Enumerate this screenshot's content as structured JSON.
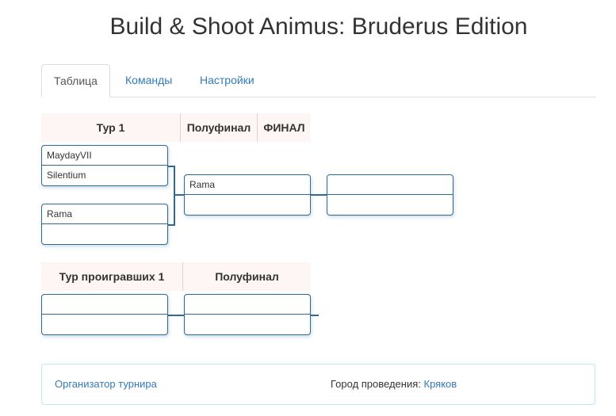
{
  "page": {
    "title": "Build & Shoot Animus: Bruderus Edition"
  },
  "tabs": [
    {
      "label": "Таблица",
      "active": true
    },
    {
      "label": "Команды",
      "active": false
    },
    {
      "label": "Настройки",
      "active": false
    }
  ],
  "winners": {
    "rounds": [
      "Тур 1",
      "Полуфинал",
      "ФИНАЛ"
    ],
    "round1": [
      {
        "top": "MaydayVII",
        "bottom": "Silentium"
      },
      {
        "top": "Rama",
        "bottom": ""
      }
    ],
    "semifinal": {
      "top": "Rama",
      "bottom": ""
    },
    "final": {
      "top": "",
      "bottom": ""
    }
  },
  "losers": {
    "rounds": [
      "Тур проигравших 1",
      "Полуфинал"
    ],
    "round1": {
      "top": "",
      "bottom": ""
    },
    "semifinal": {
      "top": "",
      "bottom": ""
    }
  },
  "footer": {
    "organizer_link": "Организатор турнира",
    "city_label": "Город проведения:",
    "city_value": "Кряков"
  },
  "colors": {
    "accent": "#337ab7",
    "bracket_border": "#2e6a93",
    "header_bg": "#fdf6f4"
  }
}
